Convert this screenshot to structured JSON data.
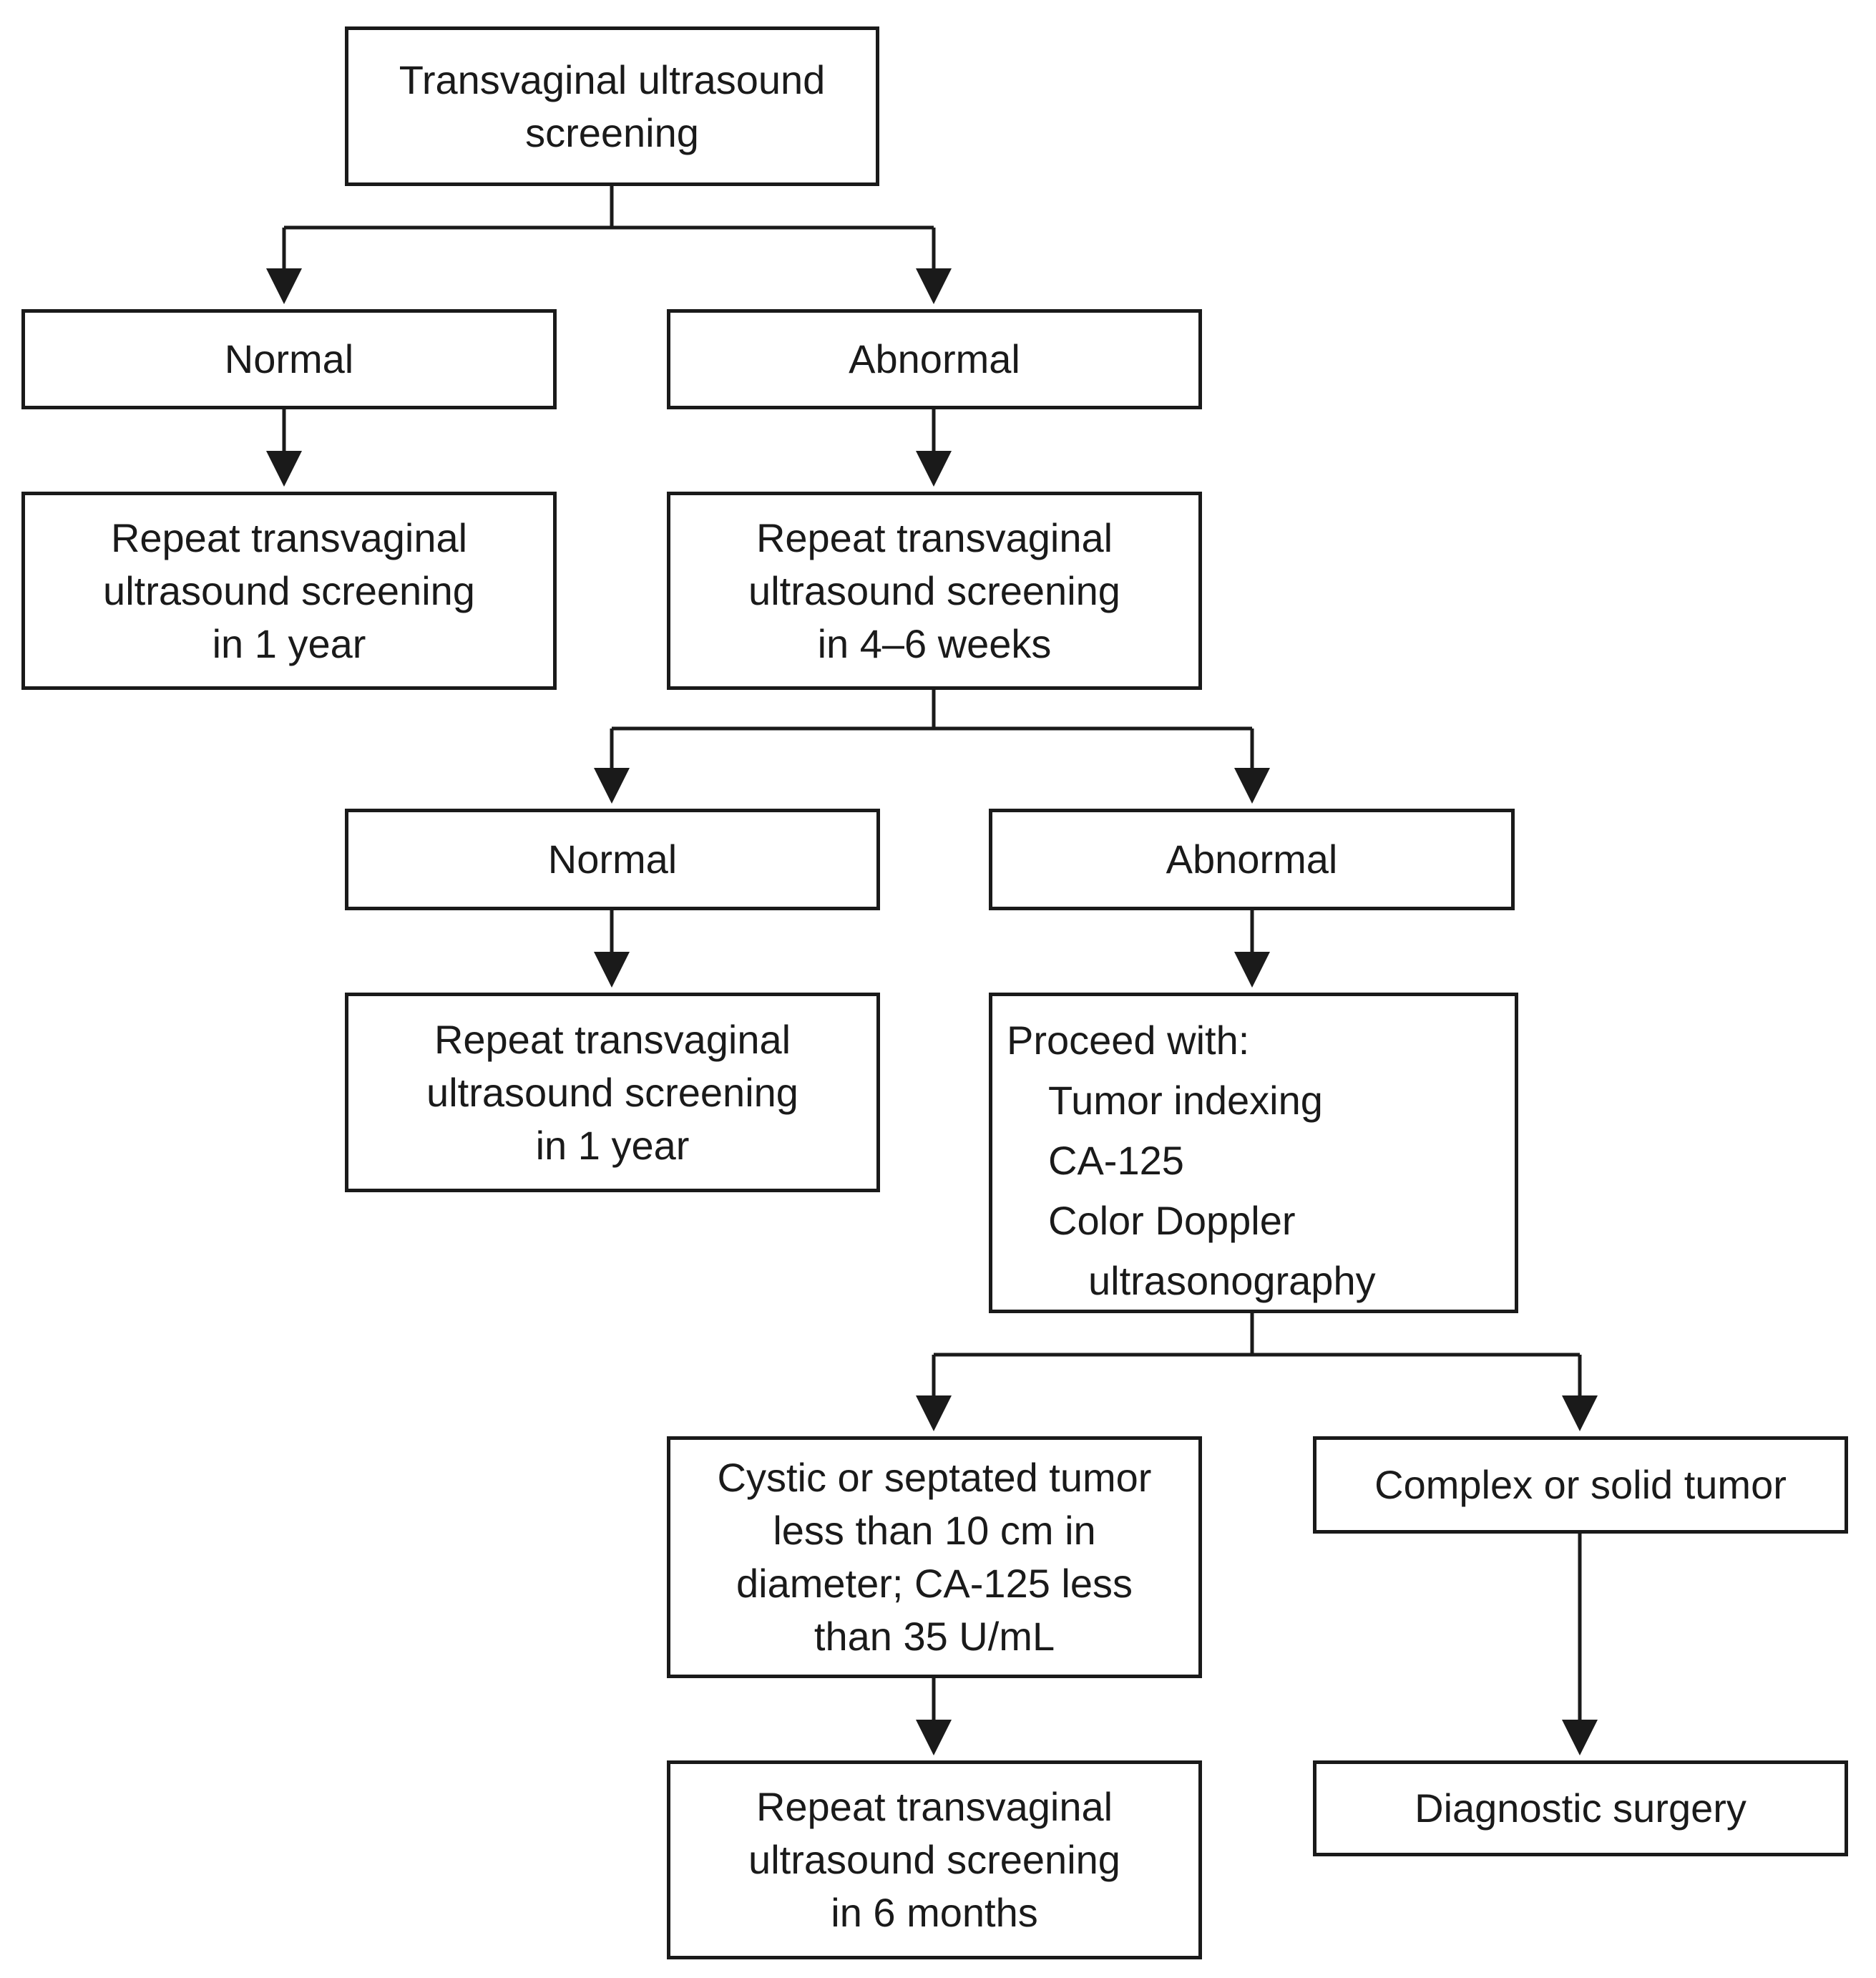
{
  "nodes": {
    "start": {
      "lines": [
        "Transvaginal ultrasound",
        "screening"
      ]
    },
    "normal_1": {
      "lines": [
        "Normal"
      ]
    },
    "abnormal_1": {
      "lines": [
        "Abnormal"
      ]
    },
    "repeat_1_year_a": {
      "lines": [
        "Repeat transvaginal",
        "ultrasound screening",
        "in 1 year"
      ]
    },
    "repeat_4_6_weeks": {
      "lines": [
        "Repeat transvaginal",
        "ultrasound screening",
        "in 4–6 weeks"
      ]
    },
    "normal_2": {
      "lines": [
        "Normal"
      ]
    },
    "abnormal_2": {
      "lines": [
        "Abnormal"
      ]
    },
    "repeat_1_year_b": {
      "lines": [
        "Repeat transvaginal",
        "ultrasound screening",
        "in 1 year"
      ]
    },
    "proceed_with": {
      "heading": "Proceed with:",
      "items": [
        "Tumor indexing",
        "CA-125",
        "Color Doppler"
      ],
      "continuation": "ultrasonography"
    },
    "cystic_tumor": {
      "lines": [
        "Cystic or septated tumor",
        "less than 10 cm in",
        "diameter; CA-125 less",
        "than 35 U/mL"
      ]
    },
    "complex_tumor": {
      "lines": [
        "Complex or solid tumor"
      ]
    },
    "repeat_6_months": {
      "lines": [
        "Repeat transvaginal",
        "ultrasound screening",
        "in 6 months"
      ]
    },
    "diagnostic_surgery": {
      "lines": [
        "Diagnostic surgery"
      ]
    }
  }
}
